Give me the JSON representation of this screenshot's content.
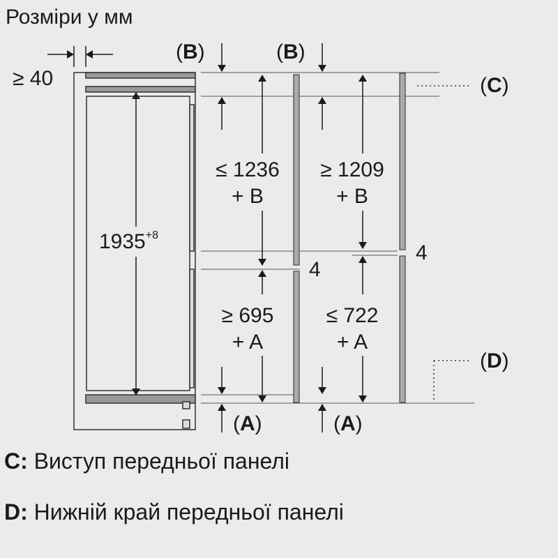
{
  "title": "Розміри у мм",
  "labels": {
    "width_min": "≥ 40",
    "height_main": "1935",
    "height_tolerance": "+8",
    "b": "B",
    "a": "A",
    "c": "C",
    "d": "D",
    "gap_4": "4"
  },
  "left_column": {
    "upper": [
      "≤ 1236",
      "+ B"
    ],
    "lower": [
      "≥ 695",
      "+ A"
    ]
  },
  "right_column": {
    "upper": [
      "≥ 1209",
      "+ B"
    ],
    "lower": [
      "≤ 722",
      "+ A"
    ]
  },
  "legend": [
    {
      "key": "C:",
      "text": "Виступ передньої панелі"
    },
    {
      "key": "D:",
      "text": "Нижній край передньої панелі"
    }
  ]
}
